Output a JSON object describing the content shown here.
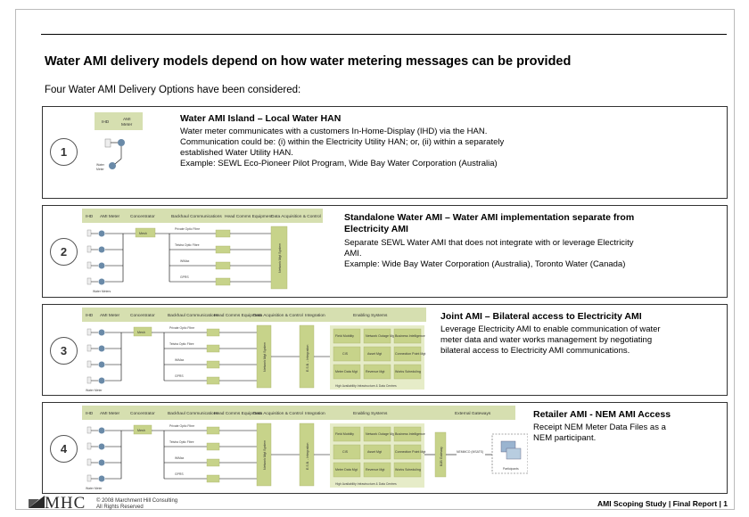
{
  "slide": {
    "title": "Water AMI delivery models depend on how water metering messages can be provided",
    "subtitle": "Four Water AMI Delivery Options have been considered:"
  },
  "options": [
    {
      "number": "1",
      "title": "Water AMI Island – Local Water HAN",
      "lines": [
        "Water meter communicates with a customers In-Home-Display (IHD) via the HAN.",
        "Communication could be: (i) within the Electricity Utility HAN; or, (ii) within a separately",
        "established Water Utility HAN.",
        "Example:  SEWL Eco-Pioneer Pilot Program, Wide Bay Water Corporation (Australia)"
      ],
      "diagram": {
        "ihd": "IHD",
        "ami": "AMI",
        "meter": "Meter",
        "water": "Water",
        "meter2": "Meter"
      }
    },
    {
      "number": "2",
      "title_lines": [
        "Standalone Water AMI – Water AMI implementation separate from",
        "Electricity AMI"
      ],
      "lines": [
        "Separate SEWL Water AMI that does not integrate with or leverage Electricity",
        "AMI.",
        "Example:  Wide Bay Water Corporation (Australia), Toronto Water (Canada)"
      ]
    },
    {
      "number": "3",
      "title": "Joint AMI – Bilateral access to Electricity AMI",
      "lines": [
        "Leverage Electricity AMI to enable communication of water",
        "meter data and water works management by negotiating",
        "bilateral access to Electricity AMI communications."
      ]
    },
    {
      "number": "4",
      "title": "Retailer AMI - NEM AMI Access",
      "lines": [
        "Receipt NEM Meter Data Files as a",
        "NEM participant."
      ]
    }
  ],
  "diagram_labels": {
    "ihd": "IHD",
    "ami_meter": "AMI Meter",
    "concentrator": "Concentrator",
    "backhaul": "Backhaul Communications",
    "head_comms": "Head Comms Equipment",
    "daq": "Data Acquisition & Control",
    "integration": "Integration",
    "enabling": "Enabling Systems",
    "external": "External Gateways",
    "mesh": "Mesh",
    "private_optic": "Private Optic Fibre",
    "telstra_optic": "Telstra Optic Fibre",
    "wimax": "WiMax",
    "gprs": "GPRS",
    "water_meter": "Water Meter",
    "water_meters": "Water Meters",
    "net_mgmt": "Network Mgt System",
    "esb": "E.S.B. - Integration",
    "field_mobility": "Field Mobility",
    "network_outage": "Network Outage Mgt",
    "business_intel": "Business Intelligence",
    "cis": "CIS",
    "asset_mgt": "Asset Mgt",
    "connection_point": "Connection Point Mgt",
    "meter_data": "Meter Data Mgt",
    "revenue_mgt": "Revenue Mgt",
    "works_sched": "Works Scheduling",
    "high_avail": "High Availability Infrastructure & Data Centres",
    "b2b_gateway": "B2B Gateway",
    "nemmco": "NEMMCO (MSATS)",
    "participants": "Participants"
  },
  "footer": {
    "logo": "MHC",
    "copyright_1": "© 2008 Marchment Hill Consulting",
    "copyright_2": "All Rights Reserved",
    "right": "AMI Scoping Study  |  Final Report |  1"
  },
  "colors": {
    "accent": "#c7d38a",
    "header": "#d6dfb0",
    "logo": "#2a2a2a"
  }
}
